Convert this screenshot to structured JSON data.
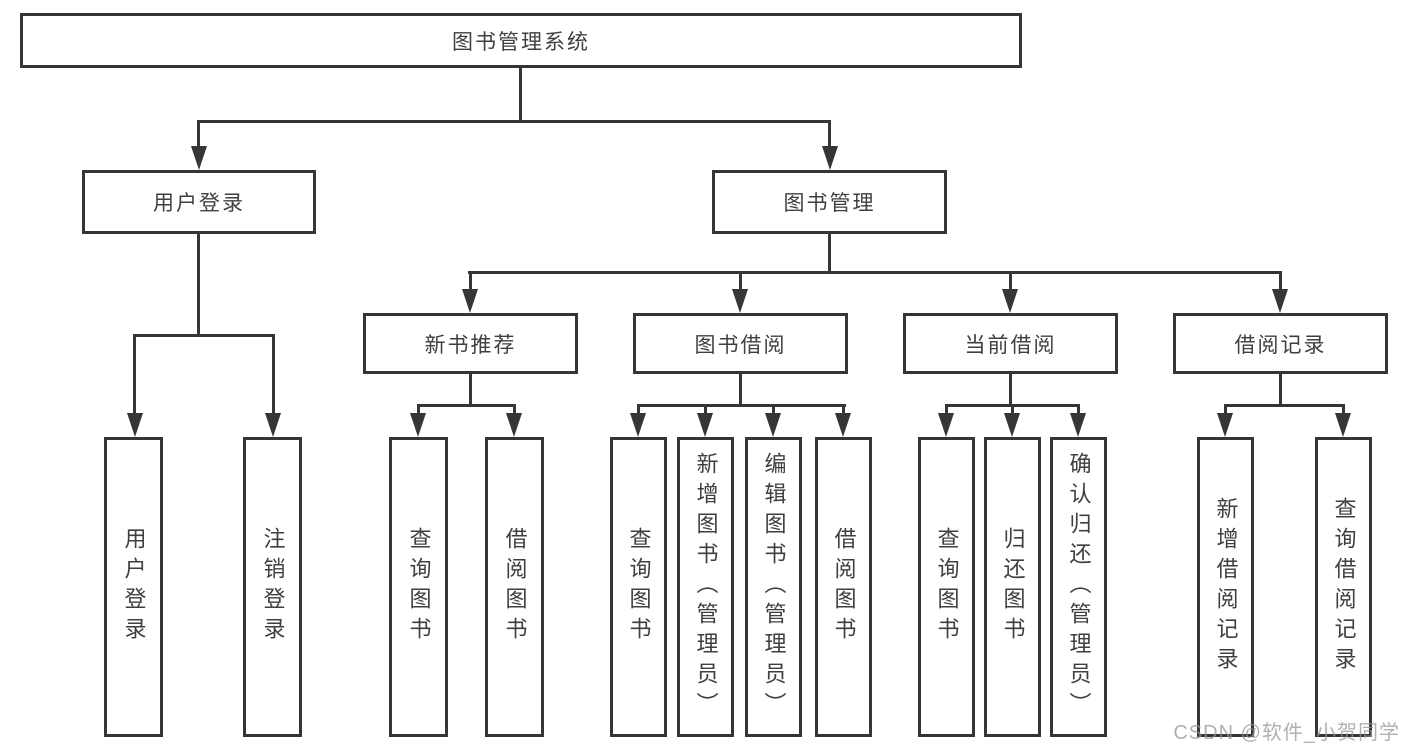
{
  "style": {
    "line_color": "#363636",
    "text_color": "#3f3f3f",
    "background": "#ffffff",
    "watermark_color": "#969696"
  },
  "diagram": {
    "root": {
      "label": "图书管理系统"
    },
    "branches": [
      {
        "label": "用户登录",
        "children": [
          {
            "label": "用户登录"
          },
          {
            "label": "注销登录"
          }
        ]
      },
      {
        "label": "图书管理",
        "children": [
          {
            "label": "新书推荐",
            "children": [
              {
                "label": "查询图书"
              },
              {
                "label": "借阅图书"
              }
            ]
          },
          {
            "label": "图书借阅",
            "children": [
              {
                "label": "查询图书"
              },
              {
                "label": "新增图书（管理员）"
              },
              {
                "label": "编辑图书（管理员）"
              },
              {
                "label": "借阅图书"
              }
            ]
          },
          {
            "label": "当前借阅",
            "children": [
              {
                "label": "查询图书"
              },
              {
                "label": "归还图书"
              },
              {
                "label": "确认归还（管理员）"
              }
            ]
          },
          {
            "label": "借阅记录",
            "children": [
              {
                "label": "新增借阅记录"
              },
              {
                "label": "查询借阅记录"
              }
            ]
          }
        ]
      }
    ]
  },
  "watermark": {
    "text": "CSDN @软件_小贺同学"
  }
}
